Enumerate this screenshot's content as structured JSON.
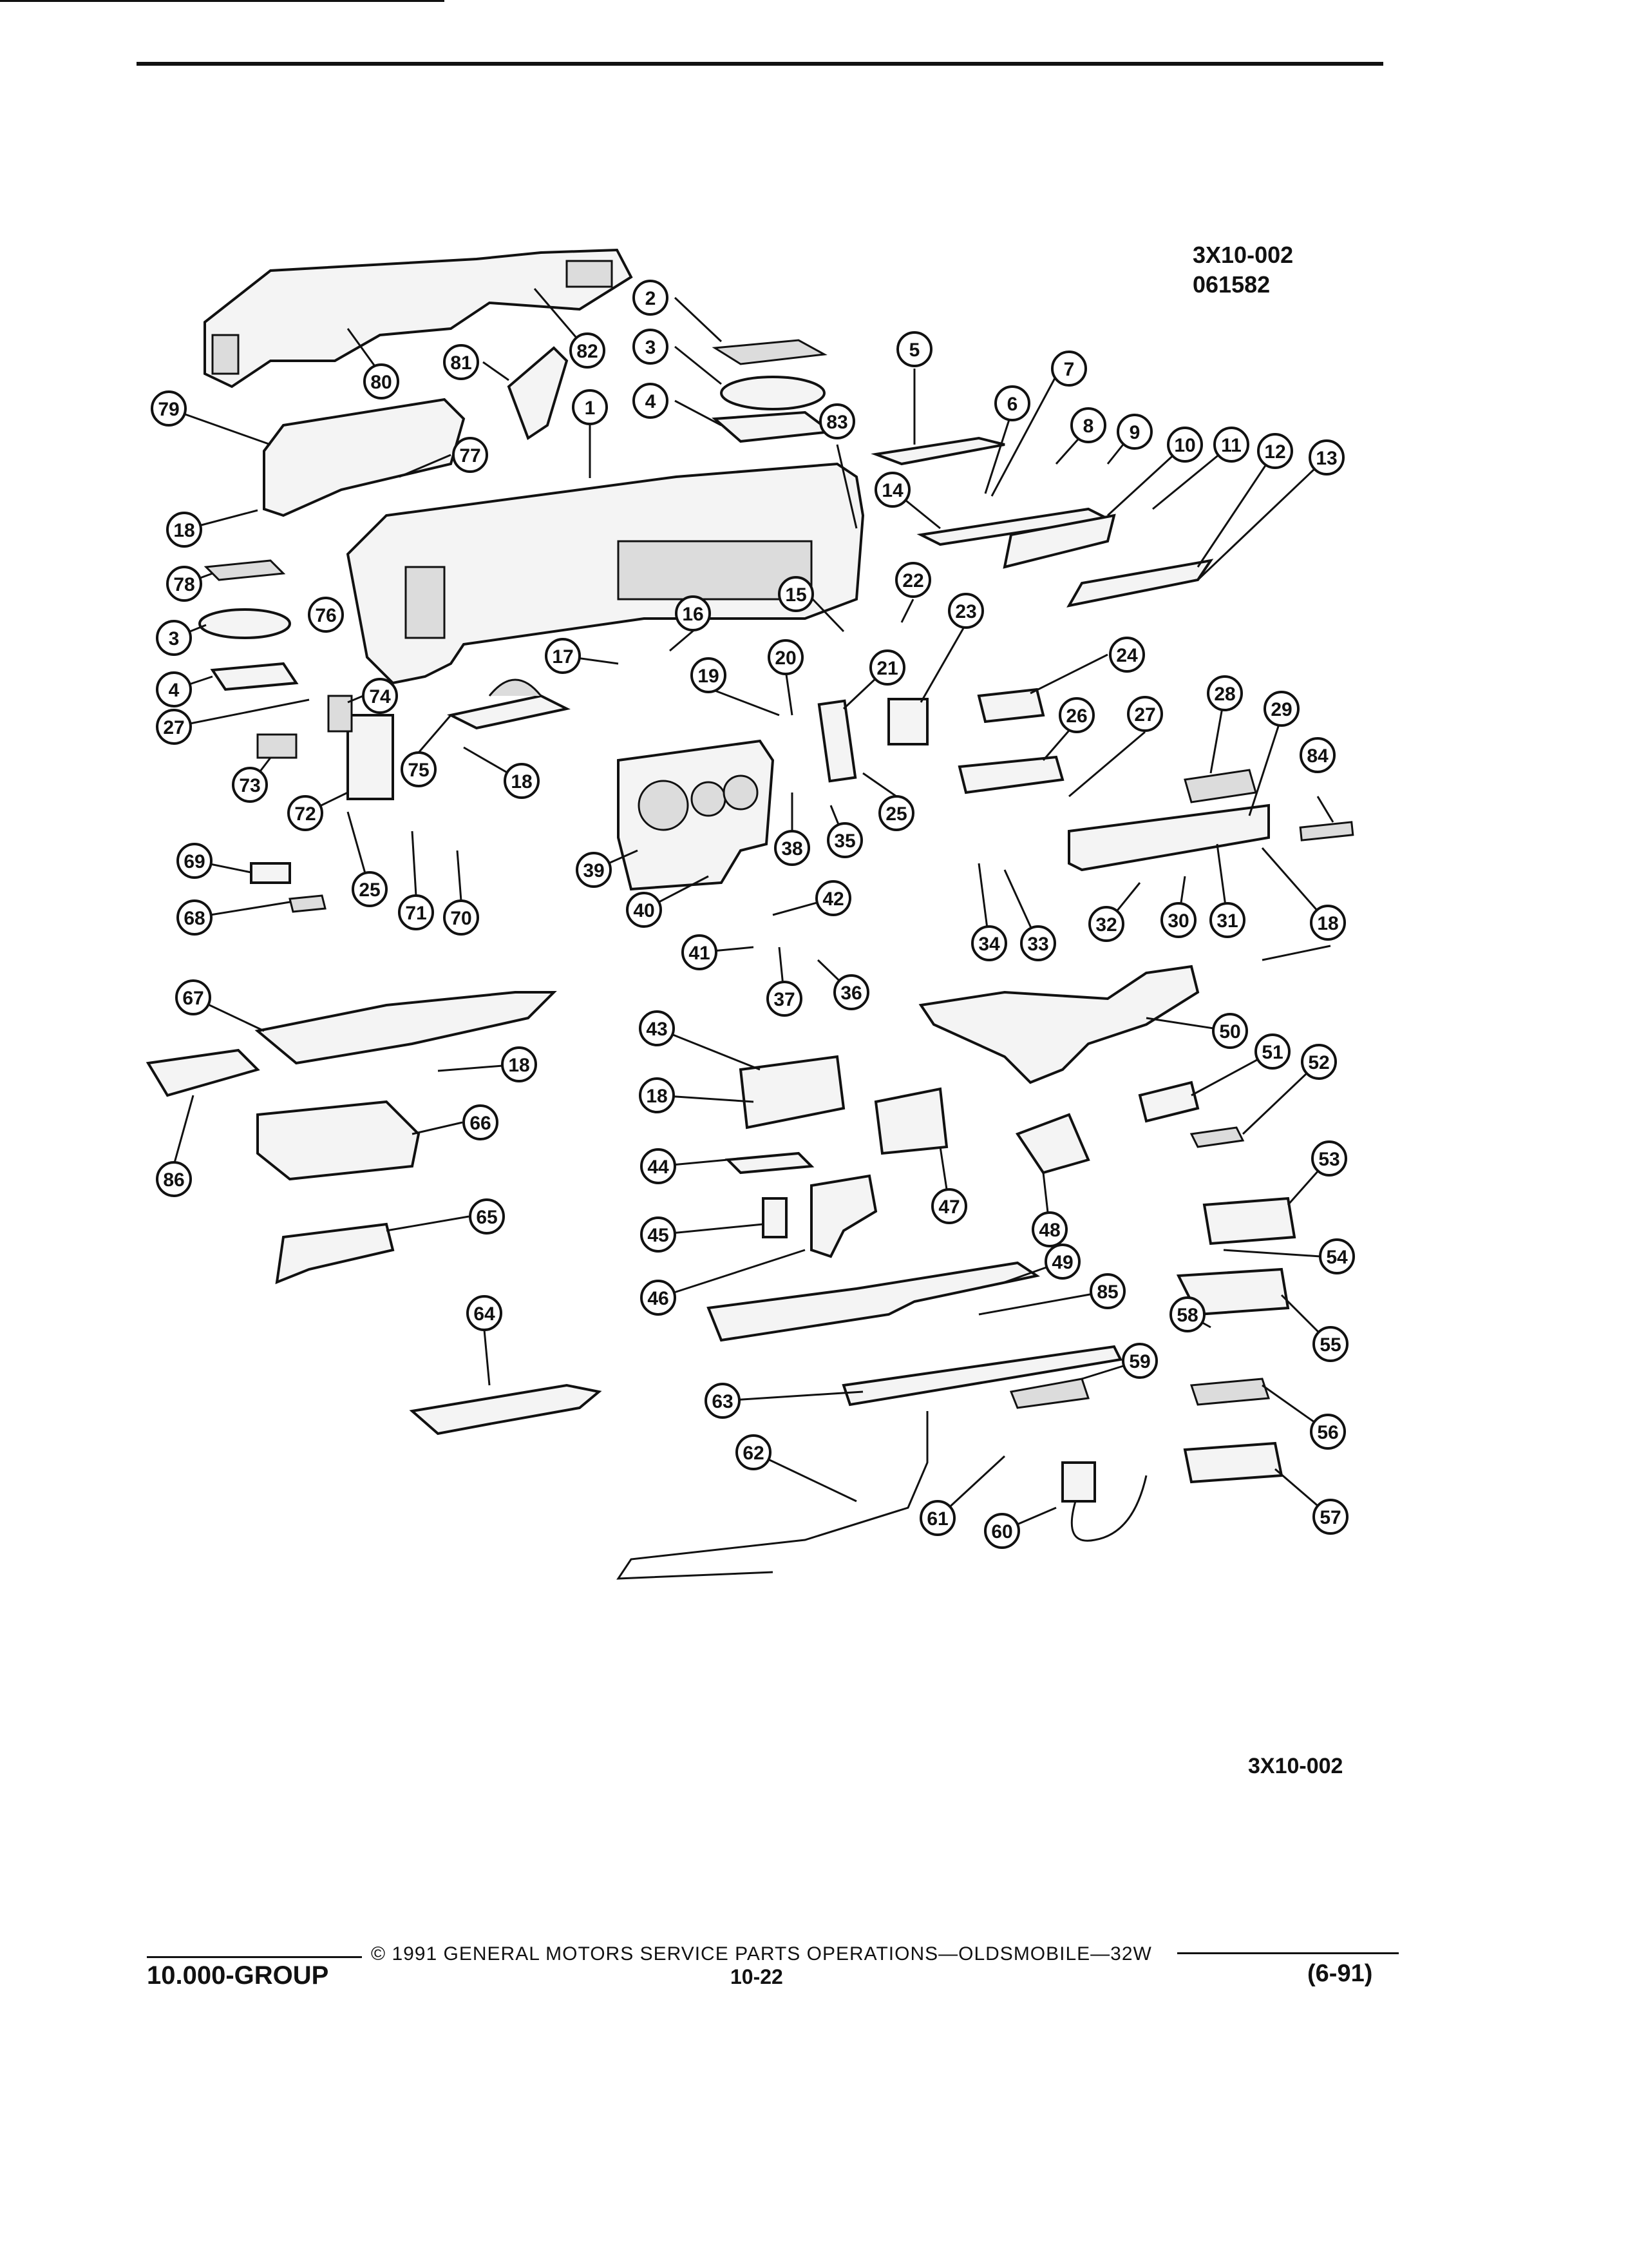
{
  "figure": {
    "id_label": "3X10-002",
    "code_label": "061582",
    "bottom_ref": "3X10-002"
  },
  "footer": {
    "copyright": "© 1991 GENERAL MOTORS SERVICE PARTS OPERATIONS—OLDSMOBILE—32W",
    "group": "10.000-GROUP",
    "page_number": "10-22",
    "date_code": "(6-91)"
  },
  "callouts": [
    "1",
    "2",
    "3",
    "4",
    "5",
    "6",
    "7",
    "8",
    "9",
    "10",
    "11",
    "12",
    "13",
    "14",
    "15",
    "16",
    "17",
    "18",
    "19",
    "20",
    "21",
    "22",
    "23",
    "24",
    "25",
    "26",
    "27",
    "28",
    "29",
    "30",
    "31",
    "32",
    "33",
    "34",
    "35",
    "36",
    "37",
    "38",
    "39",
    "40",
    "41",
    "42",
    "43",
    "44",
    "45",
    "46",
    "47",
    "48",
    "49",
    "50",
    "51",
    "52",
    "53",
    "54",
    "55",
    "56",
    "57",
    "58",
    "59",
    "60",
    "61",
    "62",
    "63",
    "64",
    "65",
    "66",
    "67",
    "68",
    "69",
    "70",
    "71",
    "72",
    "73",
    "74",
    "75",
    "76",
    "77",
    "78",
    "79",
    "80",
    "81",
    "82",
    "83",
    "84",
    "85",
    "86"
  ]
}
